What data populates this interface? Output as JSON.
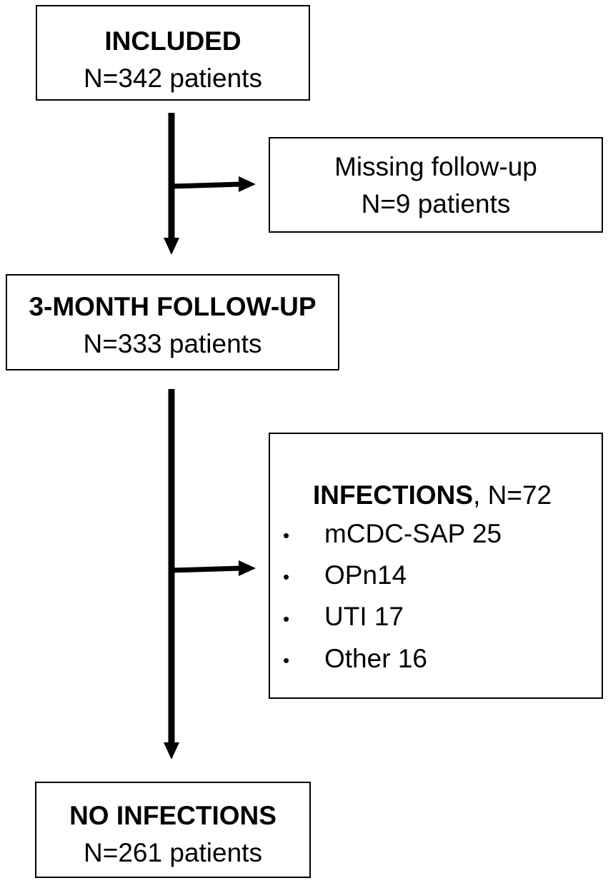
{
  "included": {
    "title": "INCLUDED",
    "count": "N=342 patients"
  },
  "missing": {
    "label": "Missing follow-up",
    "count": "N=9 patients"
  },
  "followup": {
    "title": "3-MONTH FOLLOW-UP",
    "count": "N=333 patients"
  },
  "infections": {
    "title": "INFECTIONS",
    "count": ", N=72",
    "items": [
      {
        "bullet": "•",
        "label": "mCDC-SAP 25"
      },
      {
        "bullet": "•",
        "label": "OPn14"
      },
      {
        "bullet": "•",
        "label": "UTI 17"
      },
      {
        "bullet": "•",
        "label": "Other 16"
      }
    ]
  },
  "no_infections": {
    "title": "NO INFECTIONS",
    "count": "N=261 patients"
  },
  "colors": {
    "stroke": "#000000",
    "background": "#ffffff"
  }
}
